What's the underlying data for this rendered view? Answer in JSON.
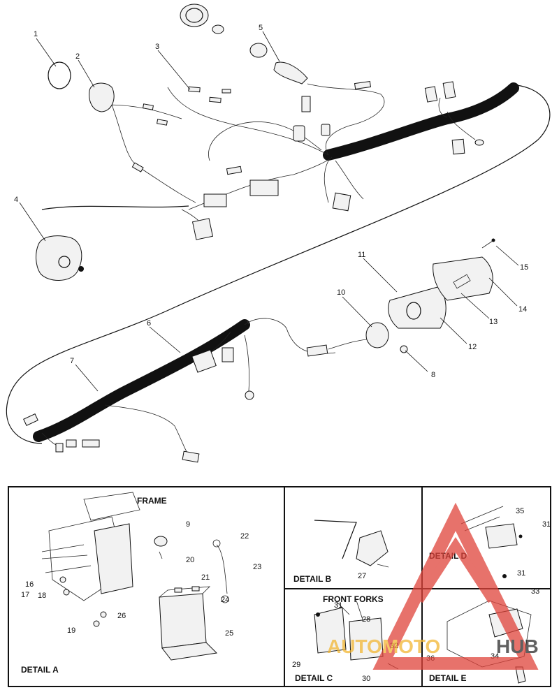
{
  "callouts": {
    "c1": "1",
    "c2": "2",
    "c3": "3",
    "c4": "4",
    "c5": "5",
    "c6": "6",
    "c7": "7",
    "c8": "8",
    "c9": "9",
    "c10": "10",
    "c11": "11",
    "c12": "12",
    "c13": "13",
    "c14": "14",
    "c15": "15",
    "c16": "16",
    "c17": "17",
    "c18": "18",
    "c19": "19",
    "c20": "20",
    "c21": "21",
    "c22": "22",
    "c23": "23",
    "c24": "24",
    "c25": "25",
    "c26": "26",
    "c27": "27",
    "c28": "28",
    "c29": "29",
    "c30": "30",
    "c31a": "31",
    "c31b": "31",
    "c31c": "31",
    "c32": "32",
    "c33": "33",
    "c34": "34",
    "c35": "35",
    "c36": "36"
  },
  "panels": {
    "frame_label": "FRAME",
    "front_forks_label": "FRONT FORKS",
    "detail_a": "DETAIL A",
    "detail_b": "DETAIL B",
    "detail_c": "DETAIL C",
    "detail_d": "DETAIL D",
    "detail_e": "DETAIL E"
  },
  "watermark": {
    "part1": "AUTOMOTO",
    "part2": "HUB",
    "color_red": "#e0433a",
    "color_yellow": "#f2b632",
    "color_dark": "#2b2b2b"
  }
}
